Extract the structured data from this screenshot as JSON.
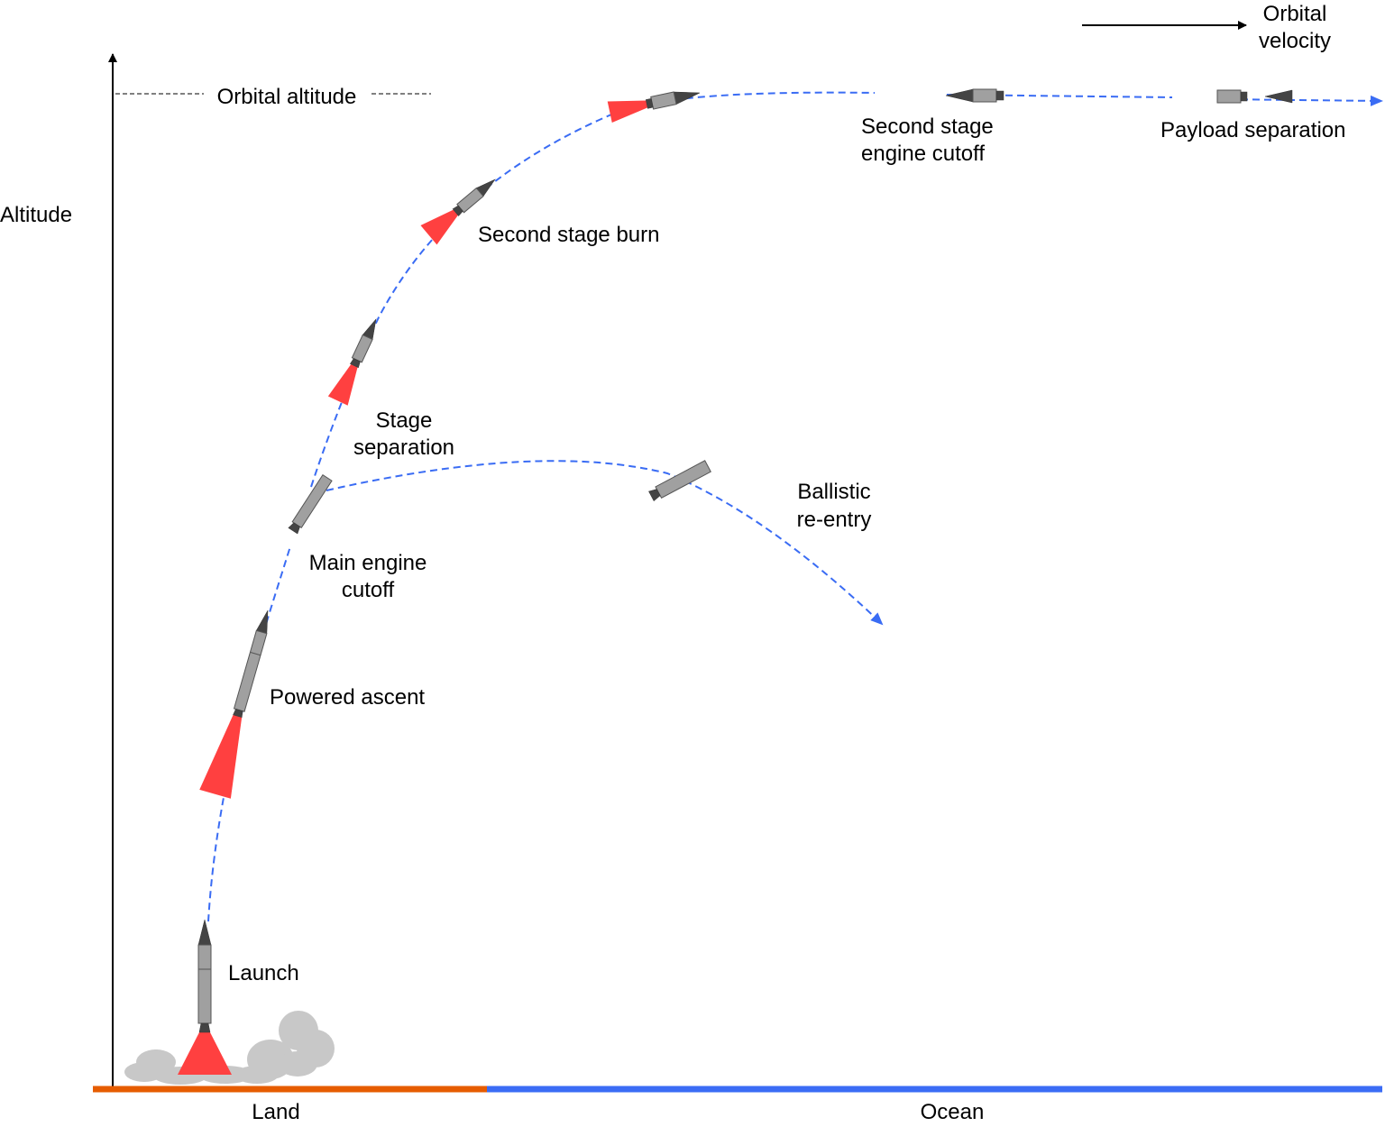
{
  "axis": {
    "y_label": "Altitude",
    "reference_line": "Orbital altitude"
  },
  "legend": {
    "velocity_label_1": "Orbital",
    "velocity_label_2": "velocity"
  },
  "ground": {
    "land": "Land",
    "ocean": "Ocean",
    "land_color": "#e65c00",
    "ocean_color": "#3b6cf5"
  },
  "stages": {
    "launch": "Launch",
    "powered_ascent": "Powered ascent",
    "main_engine_cutoff_1": "Main engine",
    "main_engine_cutoff_2": "cutoff",
    "stage_separation_1": "Stage",
    "stage_separation_2": "separation",
    "second_stage_burn": "Second stage burn",
    "second_stage_cutoff_1": "Second stage",
    "second_stage_cutoff_2": "engine cutoff",
    "payload_separation": "Payload separation",
    "ballistic_reentry_1": "Ballistic",
    "ballistic_reentry_2": "re-entry"
  },
  "colors": {
    "trajectory": "#3a6cf4",
    "flame": "#ff4040",
    "rocket_body": "#a0a0a0",
    "rocket_dark": "#444444",
    "smoke": "#c8c8c8"
  }
}
